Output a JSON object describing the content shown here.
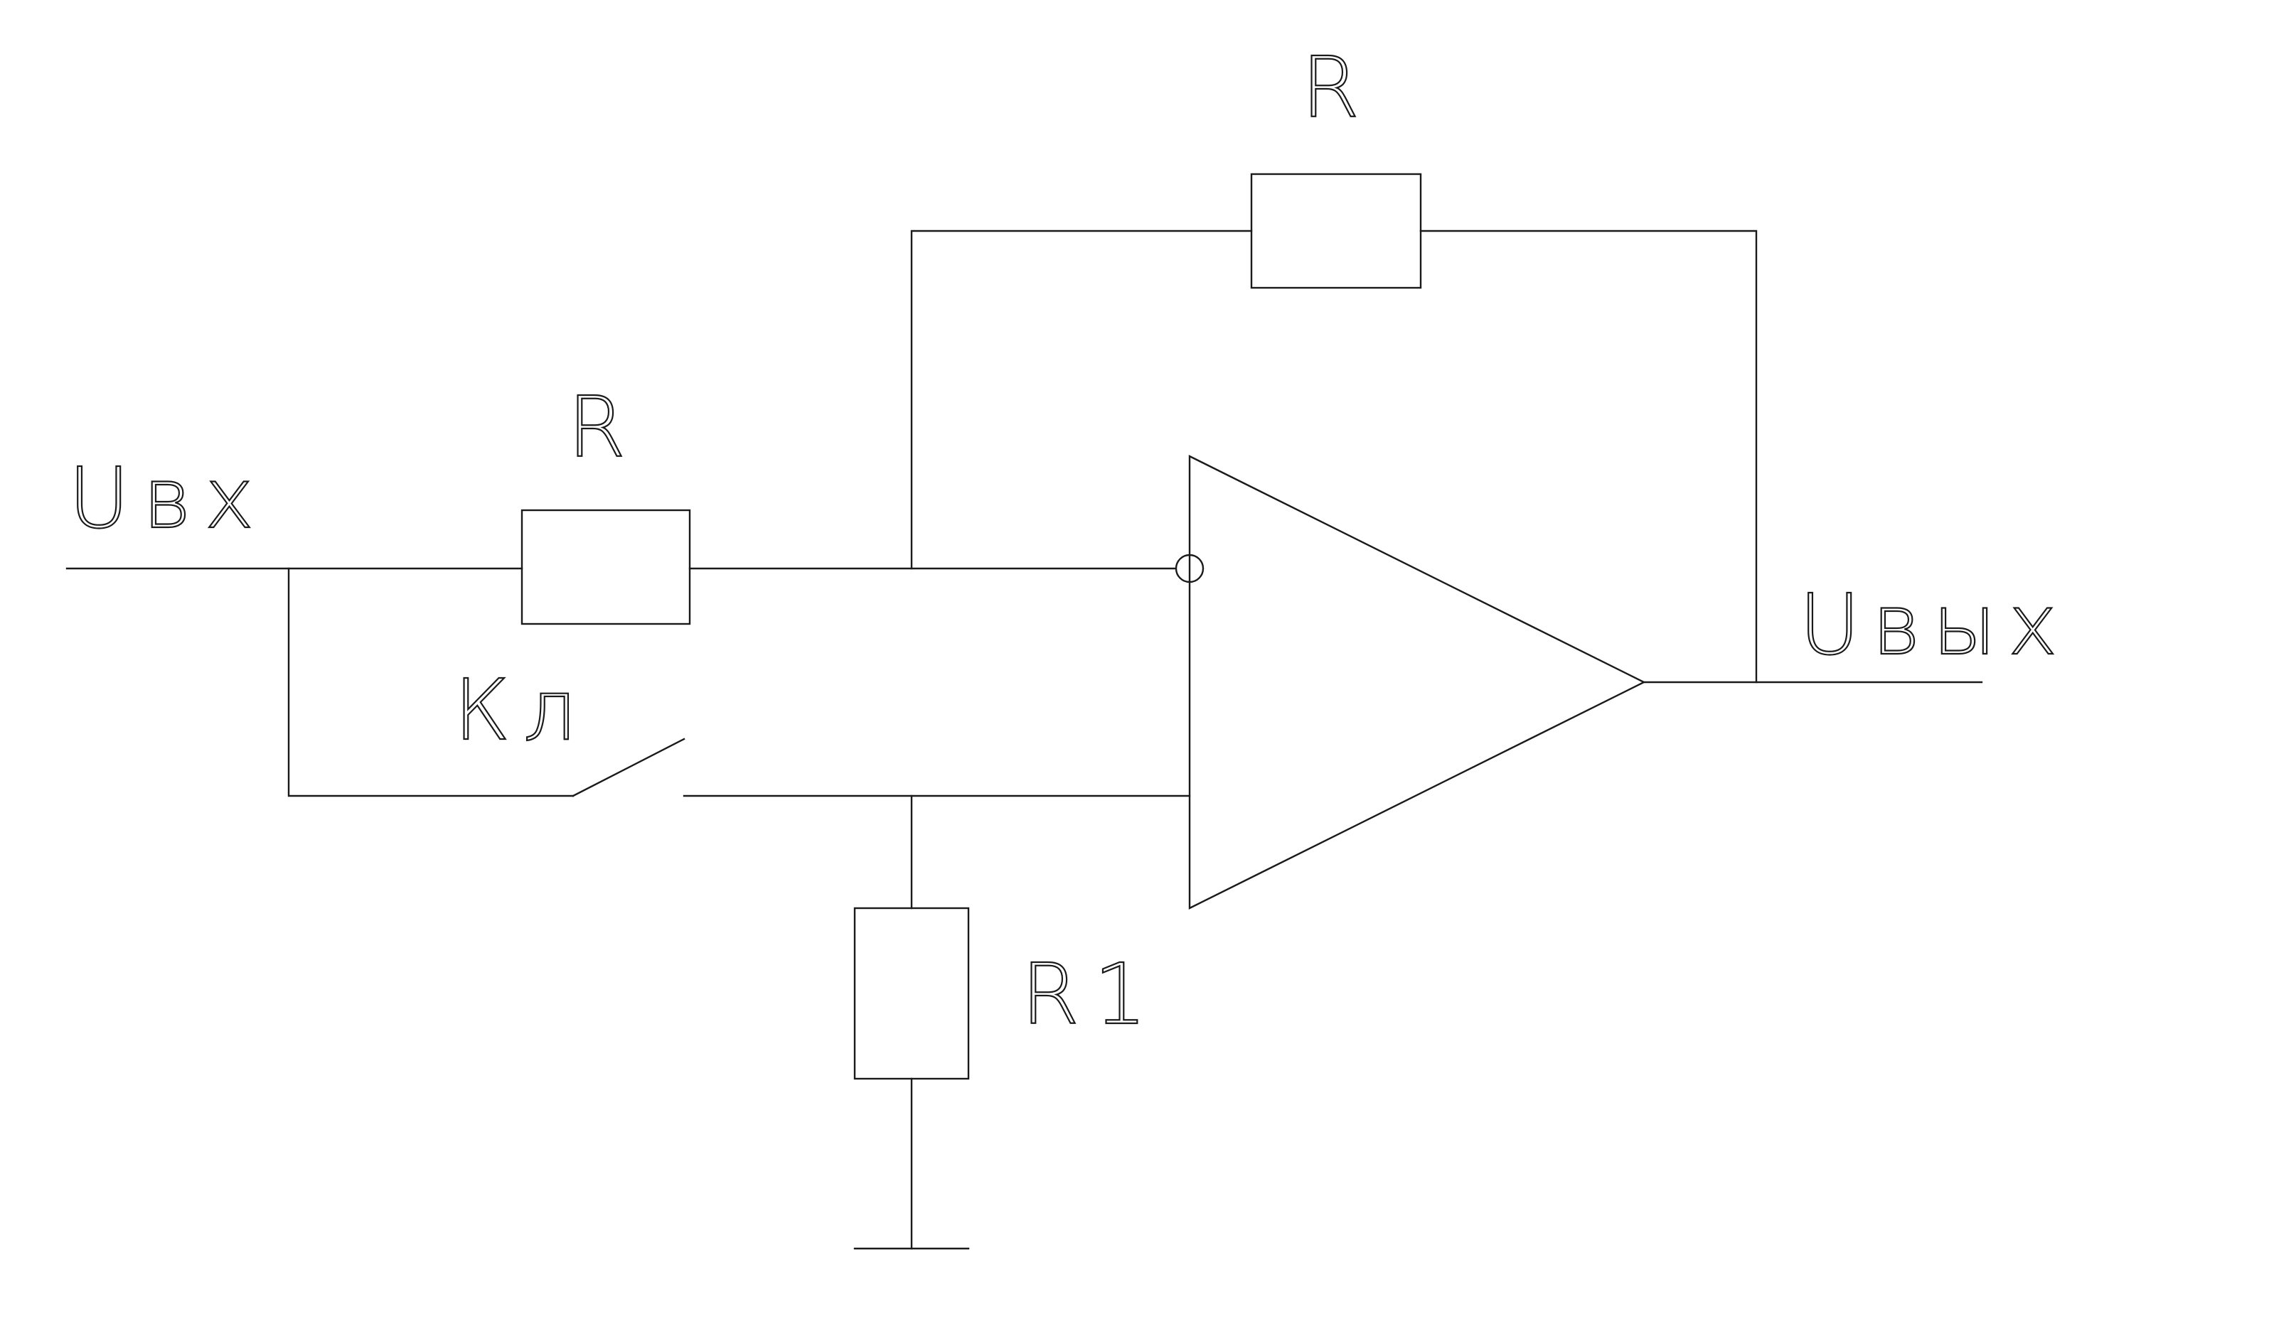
{
  "diagram": {
    "type": "circuit-schematic",
    "labels": {
      "input": "Uвх",
      "output": "Uвых",
      "input_resistor": "R",
      "feedback_resistor": "R",
      "ground_resistor": "R1",
      "switch": "Кл"
    },
    "components": [
      {
        "id": "input_resistor",
        "kind": "resistor",
        "label_key": "input_resistor"
      },
      {
        "id": "feedback_resistor",
        "kind": "resistor",
        "label_key": "feedback_resistor"
      },
      {
        "id": "ground_resistor",
        "kind": "resistor",
        "label_key": "ground_resistor"
      },
      {
        "id": "switch",
        "kind": "switch",
        "state": "open",
        "label_key": "switch"
      },
      {
        "id": "op_amp",
        "kind": "operational-amplifier",
        "inputs": [
          "inverting",
          "non-inverting"
        ]
      },
      {
        "id": "ground",
        "kind": "ground"
      }
    ],
    "connections": [
      [
        "input",
        "input_resistor"
      ],
      [
        "input",
        "switch"
      ],
      [
        "input_resistor",
        "op_amp.inverting"
      ],
      [
        "feedback_resistor",
        "op_amp.inverting"
      ],
      [
        "feedback_resistor",
        "output"
      ],
      [
        "switch",
        "op_amp.non-inverting"
      ],
      [
        "ground_resistor",
        "op_amp.non-inverting"
      ],
      [
        "ground_resistor",
        "ground"
      ],
      [
        "op_amp",
        "output"
      ]
    ],
    "colors": {
      "line": "#1a1a1a",
      "background": "#ffffff"
    }
  }
}
